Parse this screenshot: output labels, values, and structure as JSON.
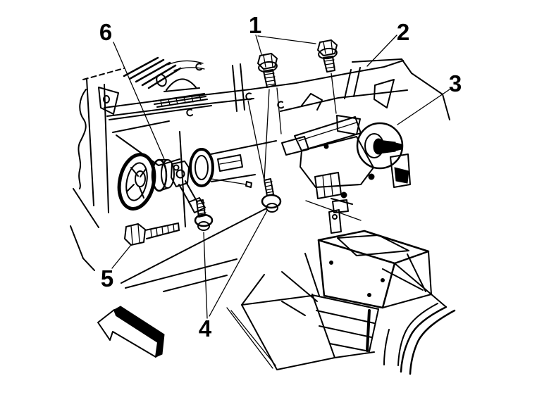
{
  "diagram": {
    "title": "steering-column-installation-line-art",
    "style": "black line art on white background",
    "colors": {
      "line": "#000000",
      "background": "#ffffff"
    },
    "callouts": [
      {
        "label": "1",
        "points_to": "two hex flange bolts above column mounting bracket"
      },
      {
        "label": "2",
        "points_to": "instrument panel carrier edge"
      },
      {
        "label": "3",
        "points_to": "steering column assembly with ignition lock housing"
      },
      {
        "label": "4",
        "points_to": "two ball-seat studs below column"
      },
      {
        "label": "5",
        "points_to": "hex bolt at left near intermediate shaft"
      },
      {
        "label": "6",
        "points_to": "intermediate steering shaft coupling and dash seal"
      }
    ],
    "direction_arrow": {
      "label": "",
      "meaning": "block arrow pointing up-left"
    }
  }
}
